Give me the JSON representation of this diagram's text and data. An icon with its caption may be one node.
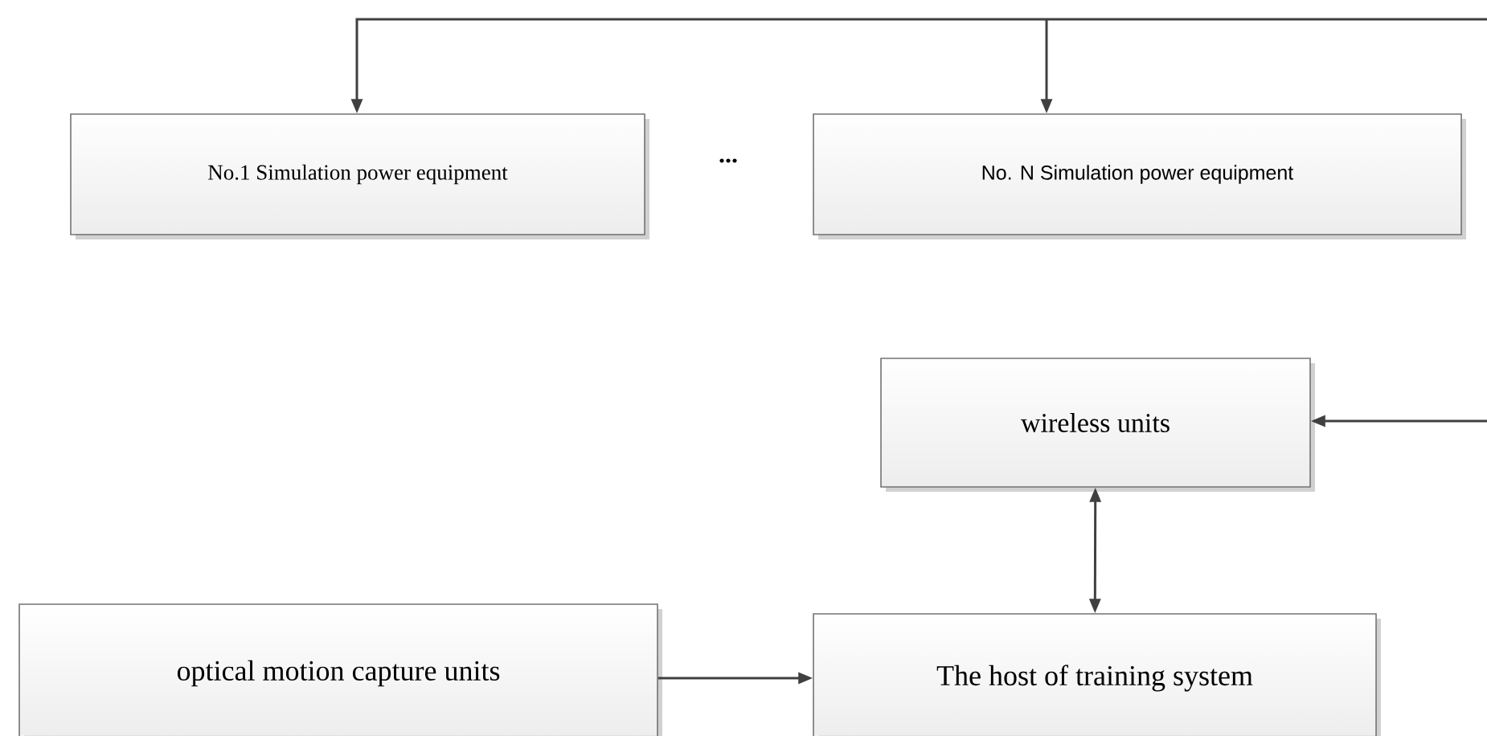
{
  "diagram": {
    "nodes": [
      {
        "text": [
          "No.1 Simulation power equipment"
        ]
      },
      {
        "text": [
          "No. N Simulation power equipment"
        ]
      },
      {
        "text": [
          "wireless units"
        ]
      },
      {
        "text": [
          "optical motion capture units"
        ]
      },
      {
        "text": [
          "The host of training system"
        ]
      }
    ],
    "edges": [
      {
        "from": null,
        "to": 0,
        "arrow": "to"
      },
      {
        "from": null,
        "to": 1,
        "arrow": "to"
      },
      {
        "from": null,
        "to": 2,
        "arrow": "to"
      },
      {
        "from": 2,
        "to": 4,
        "arrow": "both"
      },
      {
        "from": 3,
        "to": 4,
        "arrow": "to"
      }
    ],
    "labels": [
      "..."
    ]
  }
}
